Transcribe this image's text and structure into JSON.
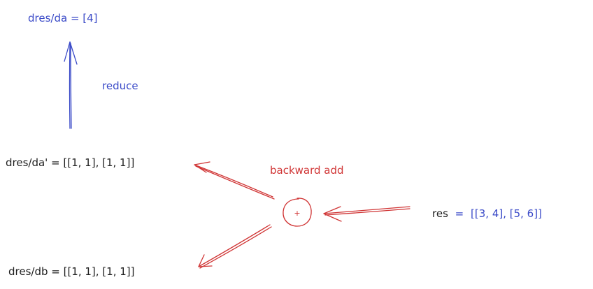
{
  "diagram": {
    "top_gradient": "dres/da = [4]",
    "reduce_label": "reduce",
    "mid_gradient": "dres/da' = [[1, 1], [1, 1]]",
    "bottom_gradient": "dres/db = [[1, 1], [1, 1]]",
    "op_label": "backward add",
    "op_symbol": "+",
    "result_prefix": "res",
    "result_eq": "=",
    "result_value": "[[3, 4], [5, 6]]"
  },
  "colors": {
    "blue": "#3b4bc8",
    "red": "#d03434",
    "black": "#1e1e1e"
  }
}
